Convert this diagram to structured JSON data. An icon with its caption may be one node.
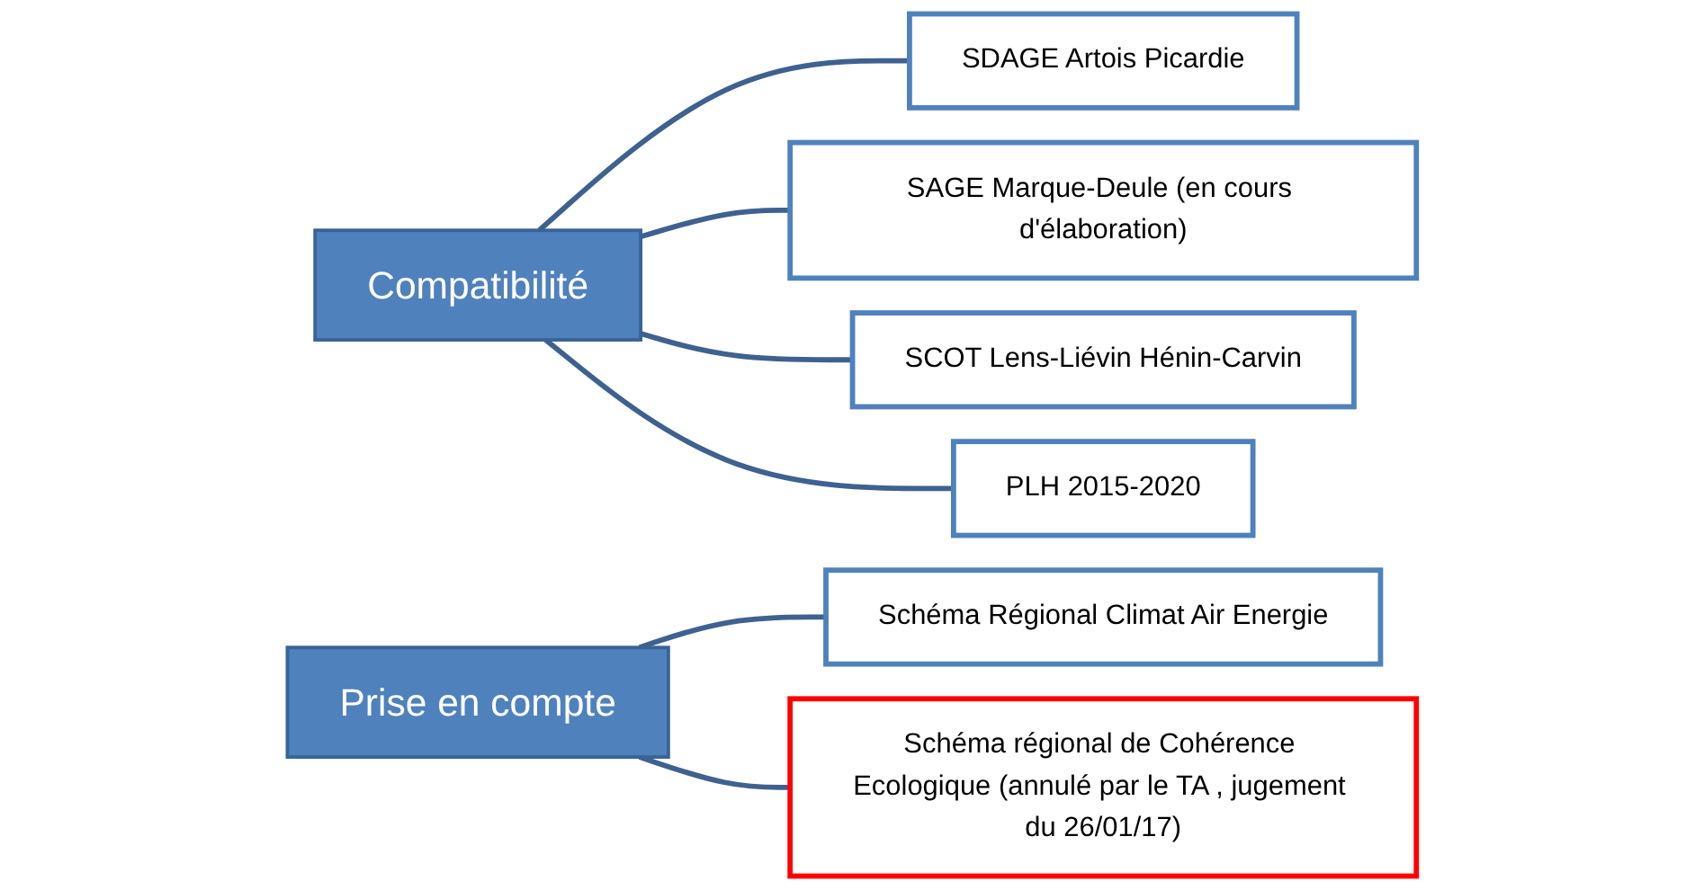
{
  "diagram": {
    "nodes": [
      {
        "text": [
          "Compatibilité"
        ]
      },
      {
        "text": [
          "SDAGE Artois Picardie"
        ]
      },
      {
        "text": [
          "SAGE Marque-Deule (en cours d'élaboration)"
        ]
      },
      {
        "text": [
          "SCOT Lens-Liévin Hénin-Carvin"
        ]
      },
      {
        "text": [
          "PLH 2015-2020"
        ]
      },
      {
        "text": [
          "Prise en compte"
        ]
      },
      {
        "text": [
          "Schéma Régional Climat Air Energie"
        ]
      },
      {
        "text": [
          "Schéma régional de Cohérence Ecologique (annulé par le TA , jugement du 26/01/17)"
        ]
      }
    ],
    "edges": [
      {
        "from": 0,
        "to": 1,
        "arrow": "none"
      },
      {
        "from": 0,
        "to": 2,
        "arrow": "none"
      },
      {
        "from": 0,
        "to": 3,
        "arrow": "none"
      },
      {
        "from": 0,
        "to": 4,
        "arrow": "none"
      },
      {
        "from": 5,
        "to": 6,
        "arrow": "none"
      },
      {
        "from": 5,
        "to": 7,
        "arrow": "none"
      }
    ]
  }
}
